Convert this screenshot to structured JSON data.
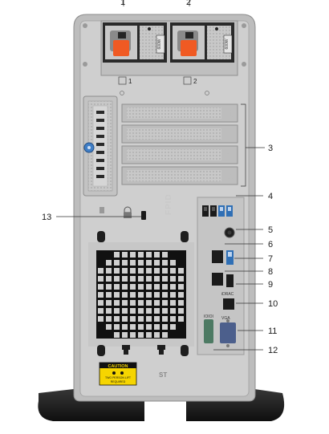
{
  "callouts": [
    {
      "id": "1",
      "label": "1"
    },
    {
      "id": "2",
      "label": "2"
    },
    {
      "id": "3",
      "label": "3"
    },
    {
      "id": "4",
      "label": "4"
    },
    {
      "id": "5",
      "label": "5"
    },
    {
      "id": "6",
      "label": "6"
    },
    {
      "id": "7",
      "label": "7"
    },
    {
      "id": "8",
      "label": "8"
    },
    {
      "id": "9",
      "label": "9"
    },
    {
      "id": "10",
      "label": "10"
    },
    {
      "id": "11",
      "label": "11"
    },
    {
      "id": "12",
      "label": "12"
    },
    {
      "id": "13",
      "label": "13"
    }
  ],
  "psu": {
    "bay1_label": "1",
    "bay2_label": "2",
    "watt_text": "600W"
  },
  "slots": [
    "1",
    "2",
    "3",
    "4"
  ],
  "panel": {
    "fpid_text": "FPID",
    "idrac_text": "iDRAC",
    "vga_text": "VGA",
    "serial_text": "IOIOI",
    "st_text": "ST"
  },
  "caution": {
    "title": "CAUTION",
    "line1": "TWO PERSON LIFT",
    "line2": "REQUIRED"
  },
  "colors": {
    "chassis": "#b9b9b9",
    "panel": "#d3d3d3",
    "dark": "#1c1c1c",
    "port_blue": "#2f6fb5",
    "orange": "#f05a23",
    "caution_yellow": "#f6d500",
    "serial_green": "#4d7a63",
    "vga_blue": "#4c5f8c",
    "screw_blue": "#3f7ec6"
  }
}
